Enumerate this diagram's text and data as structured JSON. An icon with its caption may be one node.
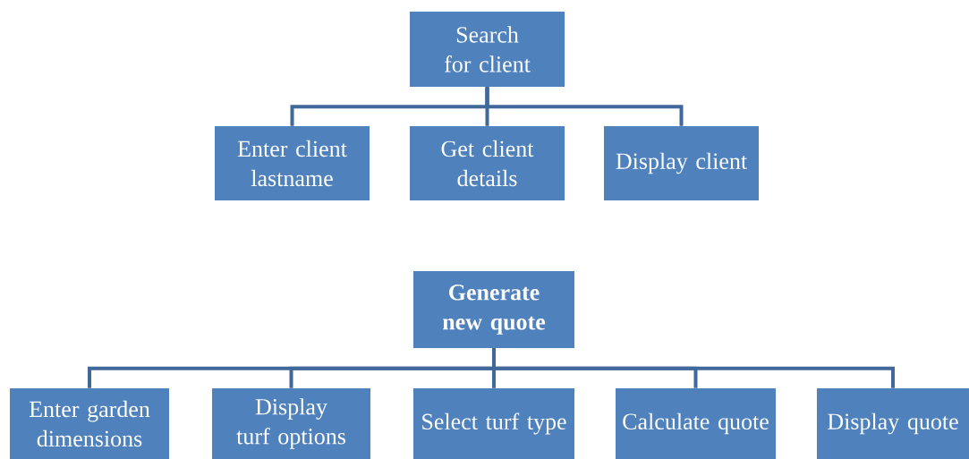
{
  "diagram": {
    "nodes": [
      {
        "text": [
          "Search for client"
        ]
      },
      {
        "text": [
          "Enter client lastname"
        ]
      },
      {
        "text": [
          "Get client details"
        ]
      },
      {
        "text": [
          "Display client"
        ]
      },
      {
        "text": [
          "Generate new quote"
        ]
      },
      {
        "text": [
          "Enter garden dimensions"
        ]
      },
      {
        "text": [
          "Display turf options"
        ]
      },
      {
        "text": [
          "Select turf type"
        ]
      },
      {
        "text": [
          "Calculate quote"
        ]
      },
      {
        "text": [
          "Display quote"
        ]
      }
    ],
    "edges": [
      {
        "from": 0,
        "to": 1,
        "arrow": "none"
      },
      {
        "from": 0,
        "to": 2,
        "arrow": "none"
      },
      {
        "from": 0,
        "to": 3,
        "arrow": "none"
      },
      {
        "from": 4,
        "to": 5,
        "arrow": "none"
      },
      {
        "from": 4,
        "to": 6,
        "arrow": "none"
      },
      {
        "from": 4,
        "to": 7,
        "arrow": "none"
      },
      {
        "from": 4,
        "to": 8,
        "arrow": "none"
      },
      {
        "from": 4,
        "to": 9,
        "arrow": "none"
      }
    ]
  }
}
